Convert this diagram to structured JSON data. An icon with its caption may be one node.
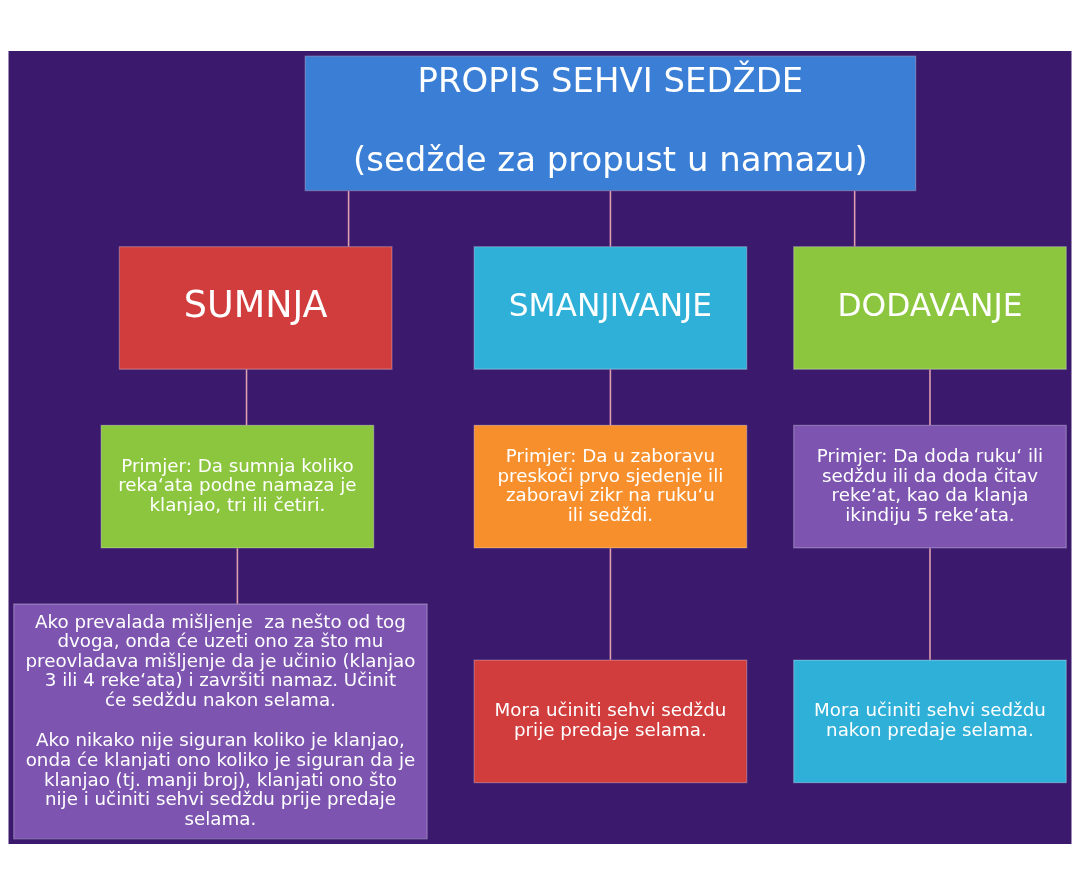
{
  "diagram": {
    "nodes": [
      {
        "text": [
          "PROPIS SEHVI SEDŽDE",
          "(sedžde za propust u namazu)"
        ]
      },
      {
        "text": [
          "SUMNJA"
        ]
      },
      {
        "text": [
          "SMANJIVANJE"
        ]
      },
      {
        "text": [
          "DODAVANJE"
        ]
      },
      {
        "text": [
          "Primjer: Da sumnja koliko reka‘ata podne namaza je klanjao, tri ili četiri."
        ]
      },
      {
        "text": [
          "Primjer: Da u zaboravu preskoči prvo sjedenje ili zaboravi zikr na ruku‘u ili sedždi."
        ]
      },
      {
        "text": [
          "Primjer: Da doda ruku‘ ili sedždu ili da doda čitav reke‘at, kao da klanja ikindiju 5 reke‘ata."
        ]
      },
      {
        "text": [
          "Ako prevalada mišljenje  za nešto od tog dvoga, onda će uzeti ono za što mu preovladava mišljenje da je učinio (klanjao 3 ili 4 reke‘ata) i završiti namaz. Učinit će sedždu nakon selama.",
          "Ako nikako nije siguran koliko je klanjao, onda će klanjati ono koliko je siguran da je klanjao (tj. manji broj), klanjati ono što nije i učiniti sehvi sedždu prije predaje selama."
        ]
      },
      {
        "text": [
          "Mora učiniti sehvi sedždu prije predaje selama."
        ]
      },
      {
        "text": [
          "Mora učiniti sehvi sedždu nakon predaje selama."
        ]
      }
    ],
    "edges": [
      {
        "from": 0,
        "to": 1,
        "arrow": "none"
      },
      {
        "from": 0,
        "to": 2,
        "arrow": "none"
      },
      {
        "from": 0,
        "to": 3,
        "arrow": "none"
      },
      {
        "from": 1,
        "to": 4,
        "arrow": "none"
      },
      {
        "from": 2,
        "to": 5,
        "arrow": "none"
      },
      {
        "from": 3,
        "to": 6,
        "arrow": "none"
      },
      {
        "from": 4,
        "to": 7,
        "arrow": "none"
      },
      {
        "from": 5,
        "to": 8,
        "arrow": "none"
      },
      {
        "from": 6,
        "to": 9,
        "arrow": "none"
      }
    ]
  }
}
